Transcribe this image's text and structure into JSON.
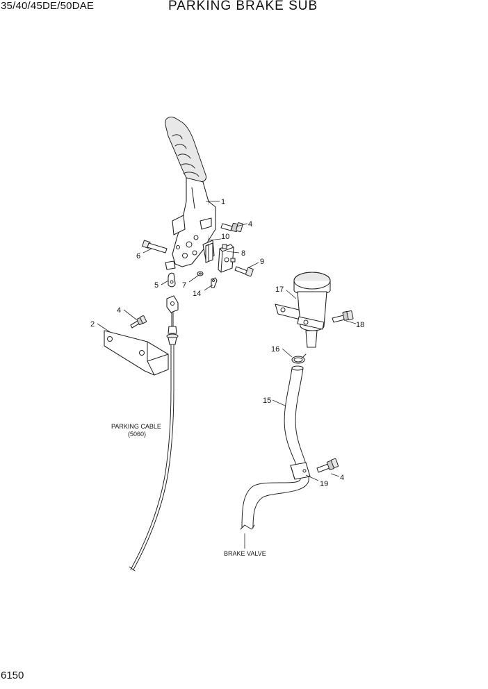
{
  "header": {
    "model": "35/40/45DE/50DAE",
    "title": "PARKING BRAKE SUB"
  },
  "page_number": "6150",
  "callouts": {
    "c1": "1",
    "c2": "2",
    "c4_upper": "4",
    "c4_left": "4",
    "c4_lower": "4",
    "c5": "5",
    "c6": "6",
    "c7": "7",
    "c8": "8",
    "c9": "9",
    "c10": "10",
    "c14": "14",
    "c15": "15",
    "c16": "16",
    "c17": "17",
    "c18": "18",
    "c19": "19"
  },
  "notes": {
    "parking_cable_line1": "PARKING CABLE",
    "parking_cable_line2": "(5060)",
    "brake_valve": "BRAKE VALVE"
  }
}
